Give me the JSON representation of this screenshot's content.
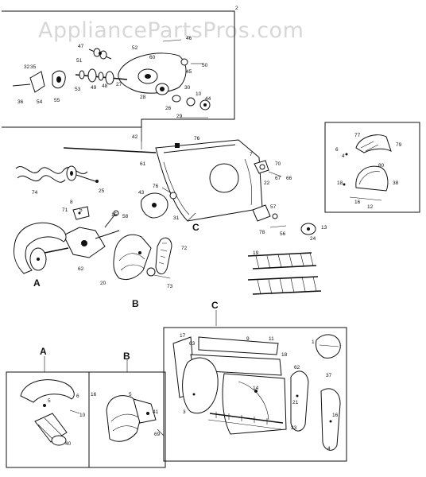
{
  "watermark": "AppliancePartsPros.com",
  "callouts": {
    "main_a": "A",
    "main_b": "B",
    "main_c": "C",
    "inset_a": "A",
    "inset_b": "B",
    "inset_c": "C",
    "chute_c": "C"
  },
  "part_numbers": {
    "p32": "32",
    "p35": "35",
    "p36": "36",
    "p54": "54",
    "p55": "55",
    "p47": "47",
    "p51": "51",
    "p53": "53",
    "p49": "49",
    "p48": "48",
    "p27": "27",
    "p52": "52",
    "p28": "28",
    "p45": "45",
    "p50": "50",
    "p29": "29",
    "p26": "26",
    "p44": "44",
    "p46": "46",
    "p30": "30",
    "p10": "10",
    "p60": "60",
    "p2": "2",
    "p42": "42",
    "p76": "76",
    "p61": "61",
    "p74": "74",
    "p25": "25",
    "p7": "7",
    "p70": "70",
    "p22": "22",
    "p67": "67",
    "p66": "66",
    "p43": "43",
    "p31": "31",
    "p78": "78",
    "p57": "57",
    "p56": "56",
    "p24": "24",
    "p13": "13",
    "p8": "8",
    "p5": "5",
    "p71": "71",
    "p15": "15",
    "p58": "58",
    "p72": "72",
    "p20": "20",
    "p73": "73",
    "p62": "62",
    "p19": "19",
    "p77": "77",
    "p79": "79",
    "p6": "6",
    "p4": "4",
    "p80": "80",
    "p18": "18",
    "p38": "38",
    "p12": "12",
    "p16": "16",
    "p17": "17",
    "p63": "63",
    "p9": "9",
    "p11": "11",
    "p1": "1",
    "p37": "37",
    "p3": "3",
    "p21": "21",
    "p23": "23",
    "p14": "14",
    "p40": "40",
    "p41": "41",
    "p69": "69"
  }
}
